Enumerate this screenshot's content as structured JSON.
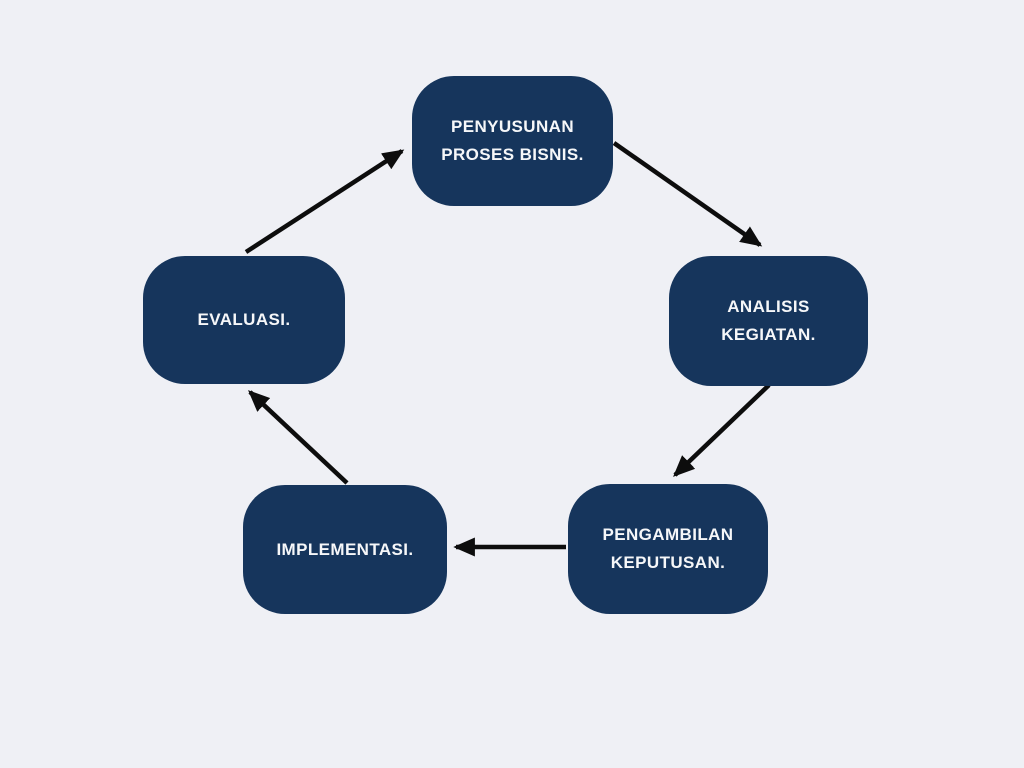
{
  "diagram": {
    "type": "cycle",
    "colors": {
      "background": "#eff0f5",
      "node_fill": "#16355c",
      "node_text": "#f6f7f9",
      "arrow": "#0d0d0d"
    },
    "nodes": [
      {
        "id": "penyusunan-proses-bisnis",
        "label": "PENYUSUNAN\nPROSES BISNIS."
      },
      {
        "id": "analisis-kegiatan",
        "label": "ANALISIS\nKEGIATAN."
      },
      {
        "id": "pengambilan-keputusan",
        "label": "PENGAMBILAN\nKEPUTUSAN."
      },
      {
        "id": "implementasi",
        "label": "IMPLEMENTASI."
      },
      {
        "id": "evaluasi",
        "label": "EVALUASI."
      }
    ],
    "connections": [
      {
        "from": "evaluasi",
        "to": "penyusunan-proses-bisnis"
      },
      {
        "from": "penyusunan-proses-bisnis",
        "to": "analisis-kegiatan"
      },
      {
        "from": "analisis-kegiatan",
        "to": "pengambilan-keputusan"
      },
      {
        "from": "pengambilan-keputusan",
        "to": "implementasi"
      },
      {
        "from": "implementasi",
        "to": "evaluasi"
      }
    ]
  }
}
